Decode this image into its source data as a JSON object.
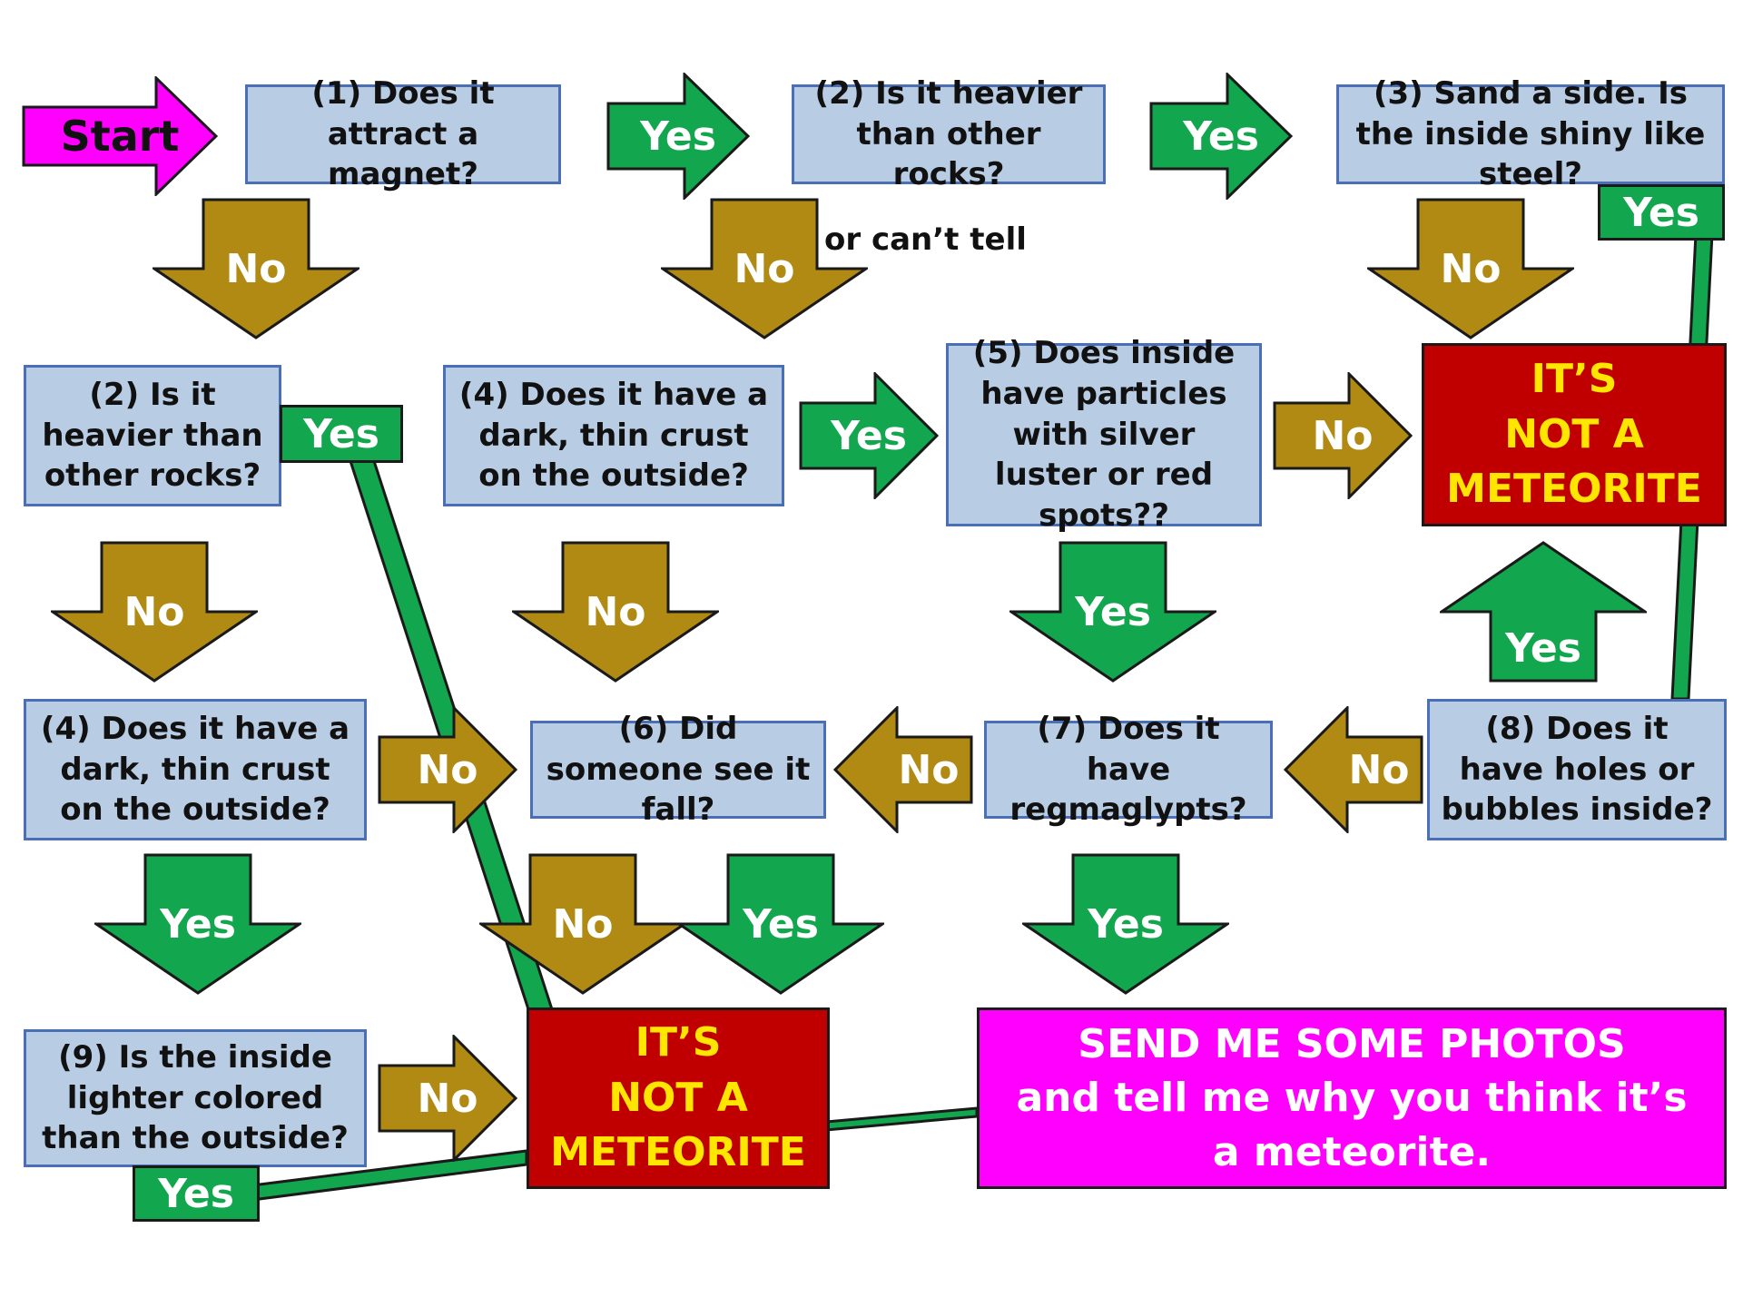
{
  "colors": {
    "question_fill": "#b8cce4",
    "question_border": "#4a6fb5",
    "not_meteorite_fill": "#c00000",
    "not_meteorite_text": "#ffe600",
    "photos_fill": "#ff00ff",
    "yes_arrow": "#12a64e",
    "no_arrow": "#b08a13",
    "start_arrow": "#ff00ff"
  },
  "labels": {
    "start": "Start",
    "yes": "Yes",
    "no": "No",
    "or_cant_tell": "or can’t tell"
  },
  "questions": {
    "q1": "(1) Does it attract a magnet?",
    "q2_top": "(2) Is it heavier than other rocks?",
    "q3": "(3) Sand a side. Is the inside shiny like steel?",
    "q2_left": "(2) Is it heavier than other rocks?",
    "q4_mid": "(4) Does it have a dark, thin crust on the outside?",
    "q5": "(5) Does inside have particles with silver luster or red spots??",
    "q4_left": "(4) Does it have a dark, thin crust on the outside?",
    "q6": "(6) Did someone see it fall?",
    "q7": "(7) Does it have regmaglypts?",
    "q8": "(8) Does it have holes or bubbles inside?",
    "q9": "(9) Is the inside lighter colored than the outside?"
  },
  "outcomes": {
    "not_meteorite_line1": "IT’S",
    "not_meteorite_line2": "NOT A",
    "not_meteorite_line3": "METEORITE",
    "photos_line1": "SEND ME SOME PHOTOS",
    "photos_line2": "and tell me why you think it’s a meteorite."
  }
}
